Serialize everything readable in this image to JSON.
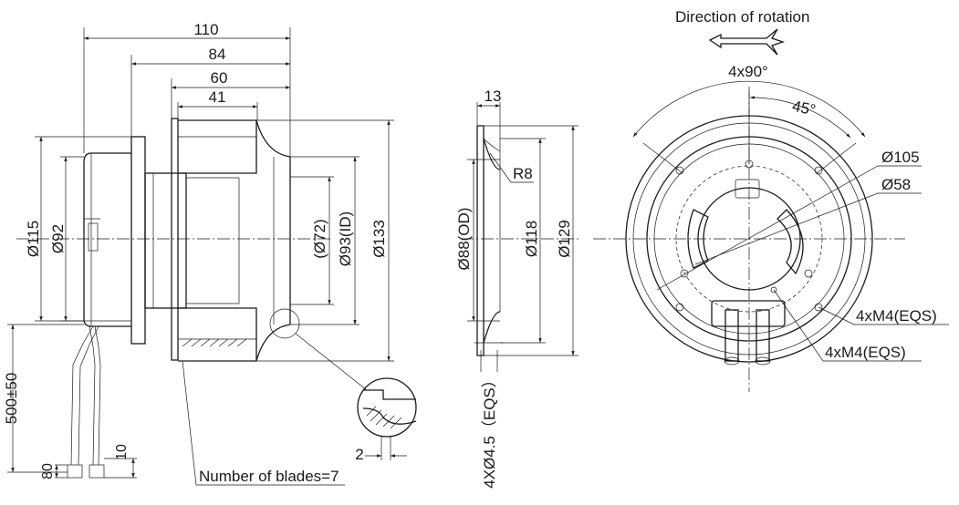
{
  "side_view": {
    "dims": {
      "overall_length": "110",
      "length_84": "84",
      "length_60": "60",
      "length_41": "41",
      "dia_flange": "Ø115",
      "dia_motor": "Ø92",
      "dia_inner": "(Ø72)",
      "dia_inlet_id": "Ø93(ID)",
      "dia_impeller": "Ø133",
      "cable_length": "500±50",
      "strip_80": "80",
      "strip_10": "10",
      "detail_2": "2"
    },
    "blades_label": "Number of blades=7"
  },
  "inlet_ring": {
    "dims": {
      "depth": "13",
      "radius": "R8",
      "dia_od": "Ø88(OD)",
      "dia_118": "Ø118",
      "dia_129": "Ø129",
      "holes": "4XØ4.5（EQS）"
    }
  },
  "front_view": {
    "rotation_label": "Direction of rotation",
    "dims": {
      "angle_spacing": "4x90°",
      "angle_45": "45°",
      "dia_105": "Ø105",
      "dia_58": "Ø58",
      "thread_outer": "4xM4(EQS)",
      "thread_inner": "4xM4(EQS)"
    }
  }
}
